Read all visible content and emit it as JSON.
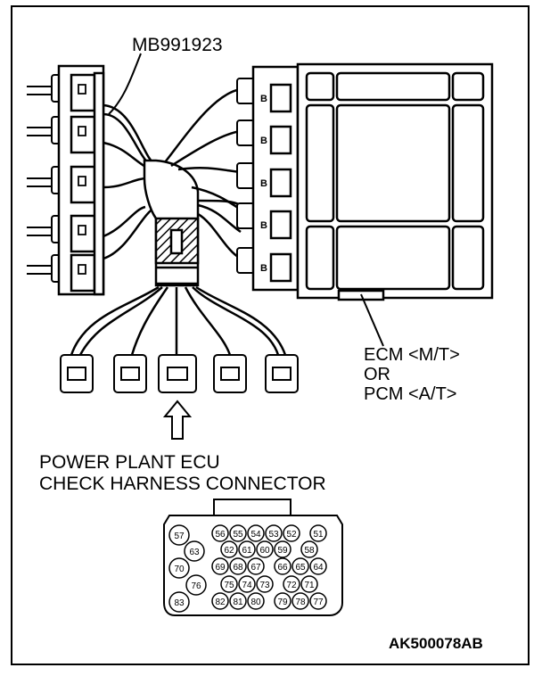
{
  "labels": {
    "adapter_part_no": "MB991923",
    "ecm_line1": "ECM <M/T>",
    "ecm_line2": "OR",
    "ecm_line3": "PCM <A/T>",
    "connector_line1": "POWER PLANT ECU",
    "connector_line2": "CHECK HARNESS CONNECTOR",
    "figure_code": "AK500078AB"
  },
  "connector_terminals": {
    "row1_left": "57",
    "row1": [
      "56",
      "55",
      "54",
      "53",
      "52",
      "51"
    ],
    "row2_left": "63",
    "row2": [
      "62",
      "61",
      "60",
      "59",
      "58"
    ],
    "row3_left": "70",
    "row3": [
      "69",
      "68",
      "67",
      "66",
      "65",
      "64"
    ],
    "row4_left": "76",
    "row4": [
      "75",
      "74",
      "73",
      "72",
      "71"
    ],
    "row5_left": "83",
    "row5": [
      "82",
      "81",
      "80",
      "79",
      "78",
      "77"
    ]
  },
  "ecm_pin_marker": "B"
}
